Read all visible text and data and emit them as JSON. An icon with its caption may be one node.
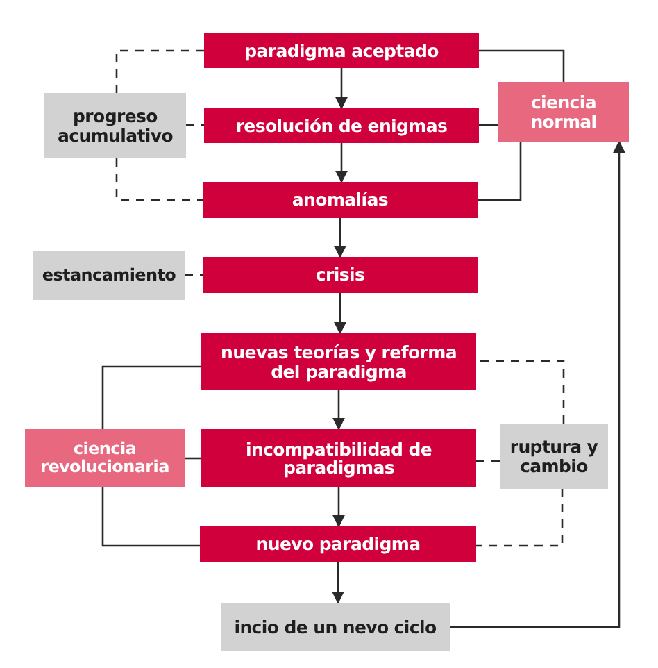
{
  "diagram": {
    "nodes": [
      {
        "text": [
          "paradigma aceptado"
        ]
      },
      {
        "text": [
          "resolución de enigmas"
        ]
      },
      {
        "text": [
          "anomalías"
        ]
      },
      {
        "text": [
          "crisis"
        ]
      },
      {
        "text": [
          "nuevas teorías y reforma del paradigma"
        ]
      },
      {
        "text": [
          "incompatibilidad de paradigmas"
        ]
      },
      {
        "text": [
          "nuevo paradigma"
        ]
      },
      {
        "text": [
          "incio de un nevo ciclo"
        ]
      },
      {
        "text": [
          "progreso acumulativo"
        ]
      },
      {
        "text": [
          "ciencia normal"
        ]
      },
      {
        "text": [
          "estancamiento"
        ]
      },
      {
        "text": [
          "ciencia revolucionaria"
        ]
      },
      {
        "text": [
          "ruptura y cambio"
        ]
      }
    ],
    "edges": [
      {
        "from": 0,
        "to": 1,
        "arrow": "to"
      },
      {
        "from": 1,
        "to": 2,
        "arrow": "to"
      },
      {
        "from": 2,
        "to": 3,
        "arrow": "to"
      },
      {
        "from": 3,
        "to": 4,
        "arrow": "to"
      },
      {
        "from": 4,
        "to": 5,
        "arrow": "to"
      },
      {
        "from": 5,
        "to": 6,
        "arrow": "to"
      },
      {
        "from": 6,
        "to": 7,
        "arrow": "to"
      },
      {
        "from": 7,
        "to": 9,
        "arrow": "to"
      },
      {
        "from": 9,
        "to": 0,
        "arrow": "none"
      },
      {
        "from": 9,
        "to": 1,
        "arrow": "none"
      },
      {
        "from": 9,
        "to": 2,
        "arrow": "none"
      },
      {
        "from": 8,
        "to": 0,
        "arrow": "none",
        "style": "dashed"
      },
      {
        "from": 8,
        "to": 1,
        "arrow": "none",
        "style": "dashed"
      },
      {
        "from": 8,
        "to": 2,
        "arrow": "none",
        "style": "dashed"
      },
      {
        "from": 10,
        "to": 3,
        "arrow": "none",
        "style": "dashed"
      },
      {
        "from": 11,
        "to": 4,
        "arrow": "none"
      },
      {
        "from": 11,
        "to": 5,
        "arrow": "none"
      },
      {
        "from": 11,
        "to": 6,
        "arrow": "none"
      },
      {
        "from": 12,
        "to": 4,
        "arrow": "none",
        "style": "dashed"
      },
      {
        "from": 12,
        "to": 5,
        "arrow": "none",
        "style": "dashed"
      },
      {
        "from": 12,
        "to": 6,
        "arrow": "none",
        "style": "dashed"
      }
    ]
  }
}
